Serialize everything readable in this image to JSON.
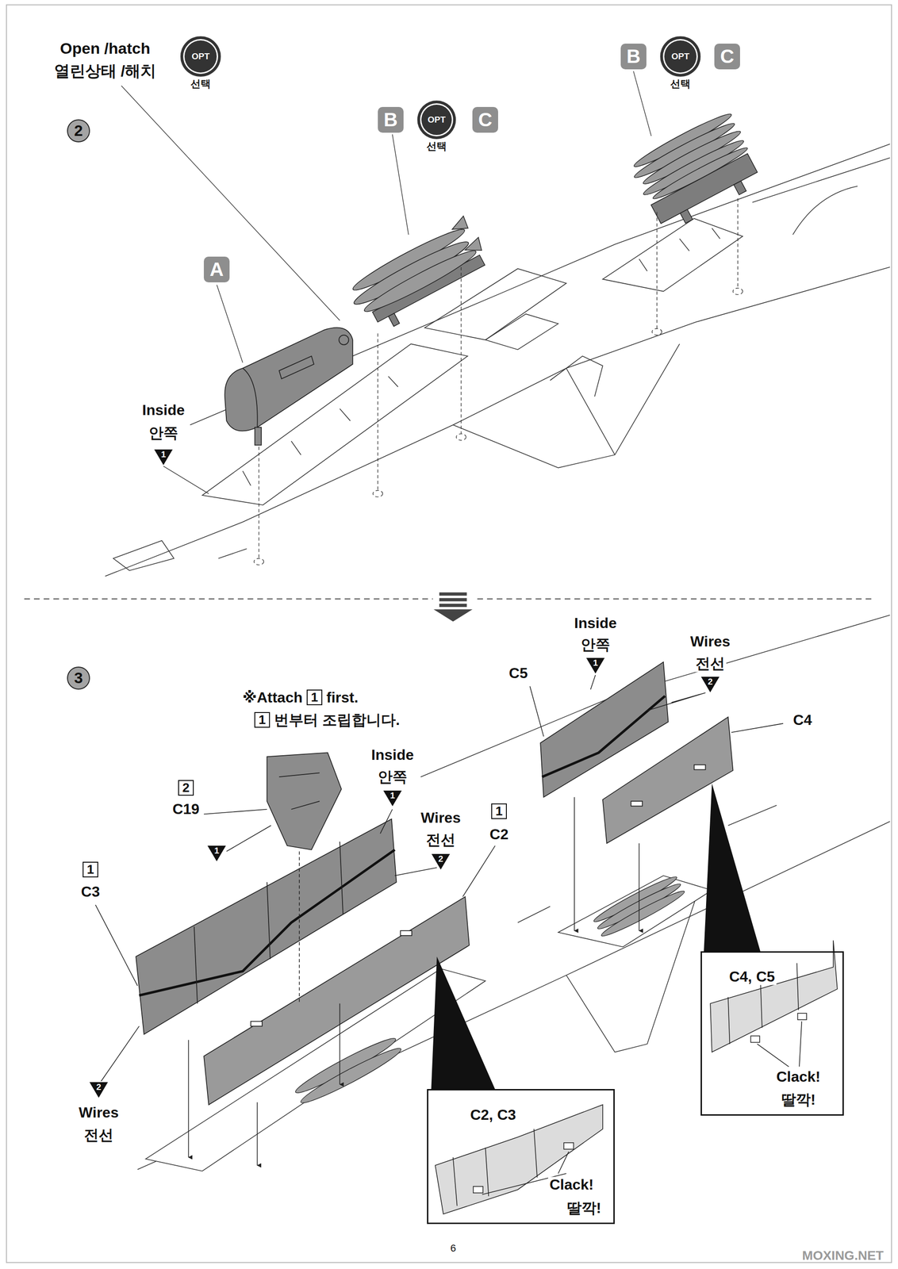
{
  "diagram": {
    "nodes": [
      {
        "text": [
          "OPT",
          "선택"
        ]
      },
      {
        "text": [
          "B"
        ]
      },
      {
        "text": [
          "OPT",
          "선택"
        ]
      },
      {
        "text": [
          "C"
        ]
      },
      {
        "text": [
          "2"
        ]
      },
      {
        "text": [
          "B"
        ]
      },
      {
        "text": [
          "OPT",
          "선택"
        ]
      },
      {
        "text": [
          "C"
        ]
      },
      {
        "text": [
          "A"
        ]
      },
      {
        "text": [
          "1"
        ]
      },
      {
        "text": [
          "3"
        ]
      },
      {
        "text": [
          "1"
        ]
      },
      {
        "text": [
          "1"
        ]
      },
      {
        "text": [
          "1"
        ]
      },
      {
        "text": [
          "2"
        ]
      },
      {
        "text": [
          "2"
        ]
      },
      {
        "text": [
          "1"
        ]
      },
      {
        "text": [
          "1"
        ]
      },
      {
        "text": [
          "2"
        ]
      },
      {
        "text": [
          "1"
        ]
      },
      {
        "text": [
          "1"
        ]
      },
      {
        "text": [
          "C4, C5",
          "Clack!",
          "딸깍!"
        ]
      },
      {
        "text": [
          "2"
        ]
      },
      {
        "text": [
          "C2, C3",
          "Clack!",
          "딸깍!"
        ]
      }
    ],
    "labels": [
      "Open /hatch",
      "열린상태 /해치",
      "Inside",
      "안쪽",
      "※Attach",
      "first.",
      "번부터 조립합니다.",
      "C19",
      "Inside",
      "안쪽",
      "Wires",
      "전선",
      "C2",
      "C3",
      "Wires",
      "전선",
      "Inside",
      "안쪽",
      "Wires",
      "전선",
      "C5",
      "C4",
      "6",
      "MOXING.NET"
    ]
  }
}
